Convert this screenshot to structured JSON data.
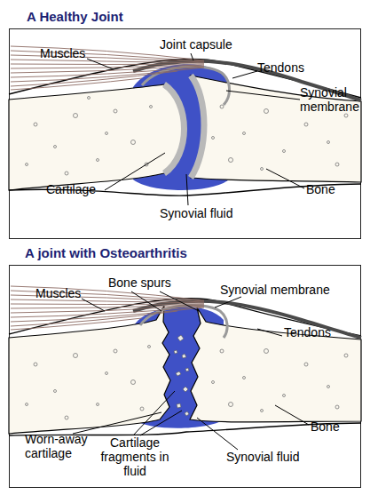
{
  "diagram": {
    "labels": [
      "A Healthy Joint",
      "Muscles",
      "Joint capsule",
      "Tendons",
      "Synovial membrane",
      "Bone",
      "Cartilage",
      "Synovial fluid",
      "A joint with Osteoarthritis",
      "Muscles",
      "Bone spurs",
      "Synovial membrane",
      "Tendons",
      "Bone",
      "Worn-away cartilage",
      "Cartilage fragments in fluid",
      "Synovial fluid"
    ]
  }
}
